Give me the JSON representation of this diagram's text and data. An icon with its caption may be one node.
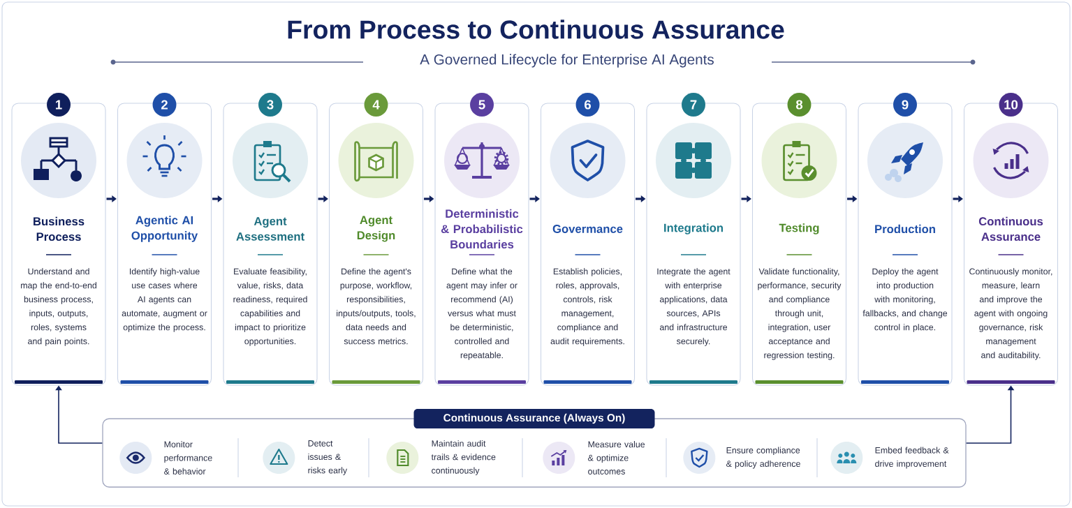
{
  "diagram": {
    "title": "From Process to Continuous Assurance",
    "nodes": [
      {
        "text": [
          "1",
          "Business Process",
          "Understand and map the end-to-end business process, inputs, outputs, roles, systems and pain points."
        ]
      },
      {
        "text": [
          "2",
          "Agentic AI Opportunity",
          "Identify high-value use cases where AI agents can automate, augment or optimize the process."
        ]
      },
      {
        "text": [
          "3",
          "Agent Assessment",
          "Evaluate feasibility, value, risks, data readiness, required capabilities and impact to prioritize opportunities."
        ]
      },
      {
        "text": [
          "4",
          "Agent Design",
          "Define the agent's purpose, workflow, responsibilities, inputs/outputs, tools, data needs and success metrics."
        ]
      },
      {
        "text": [
          "5",
          "Deterministic & Probabilistic Boundaries",
          "Define what the agent may infer or recommend (AI) versus what must be deterministic, controlled and repeatable."
        ]
      },
      {
        "text": [
          "6",
          "Govermance",
          "Establish policies, roles, approvals, controls, risk management, compliance and audit requirements."
        ]
      },
      {
        "text": [
          "7",
          "Integration",
          "Integrate the agent with enterprise applications, data sources, APIs and infrastructure securely."
        ]
      },
      {
        "text": [
          "8",
          "Testing",
          "Validate functionality, performance, security and compliance through unit, integration, user acceptance and regression testing."
        ]
      },
      {
        "text": [
          "9",
          "Production",
          "Deploy the agent into production with monitoring, fallbacks, and change control in place."
        ]
      },
      {
        "text": [
          "10",
          "Continuous Assurance",
          "Continuously monitor, measure, learn and improve the agent with ongoing governance, risk management and auditability."
        ]
      },
      {
        "text": [
          "Continuous Assurance (Always On)"
        ]
      },
      {
        "text": [
          "Monitor performance & behavior"
        ],
        "in": 10
      },
      {
        "text": [
          "Detect issues & risks early"
        ],
        "in": 10
      },
      {
        "text": [
          "Maintain audit trails & evidence continuously"
        ],
        "in": 10
      },
      {
        "text": [
          "Measure value & optimize outcomes"
        ],
        "in": 10
      },
      {
        "text": [
          "Ensure compliance & policy adherence"
        ],
        "in": 10
      },
      {
        "text": [
          "Embed feedback & drive improvement"
        ],
        "in": 10
      }
    ],
    "edges": [
      {
        "from": 0,
        "to": 1,
        "arrow": "to"
      },
      {
        "from": 1,
        "to": 2,
        "arrow": "to"
      },
      {
        "from": 2,
        "to": 3,
        "arrow": "to"
      },
      {
        "from": 3,
        "to": 4,
        "arrow": "to"
      },
      {
        "from": 4,
        "to": 5,
        "arrow": "to"
      },
      {
        "from": 5,
        "to": 6,
        "arrow": "to"
      },
      {
        "from": 6,
        "to": 7,
        "arrow": "to"
      },
      {
        "from": 7,
        "to": 8,
        "arrow": "to"
      },
      {
        "from": 8,
        "to": 9,
        "arrow": "to"
      },
      {
        "from": 10,
        "to": 0,
        "arrow": "to"
      },
      {
        "from": 10,
        "to": 9,
        "arrow": "to"
      }
    ],
    "labels": [
      "A Governed Lifecycle for Enterprise AI Agents"
    ]
  }
}
